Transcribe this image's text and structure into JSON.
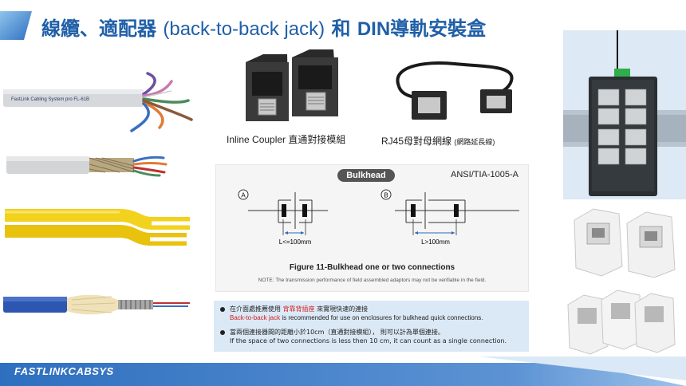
{
  "header": {
    "title_cjk_1": "線纜、適配器",
    "title_latin": "(back-to-back jack)",
    "title_cjk_2": "和",
    "title_latin_bold": "DIN",
    "title_cjk_3": "導軌安裝盒"
  },
  "cables": [
    {
      "name": "utp-cable",
      "print_text": "FastLink Cabling System pro FL-61B"
    },
    {
      "name": "shielded-cable"
    },
    {
      "name": "duplex-fiber-cable"
    },
    {
      "name": "armored-fiber-cable"
    }
  ],
  "products": {
    "coupler_caption": "Inline Coupler 直通對接模組",
    "extension_caption": "RJ45母對母網線",
    "extension_caption_sub": "(網路延長線)"
  },
  "figure": {
    "pill_label": "Bulkhead",
    "standard": "ANSI/TIA-1005-A",
    "marker_a": "A",
    "marker_b": "B",
    "distance_a": "L<=100mm",
    "distance_b": "L>100mm",
    "caption": "Figure 11-Bulkhead one or two connections",
    "note": "NOTE: The transmission performance of field assembled adaptors may not be verifiable in the field."
  },
  "notes": {
    "line1_cjk_a": "在介面處推薦使用",
    "line1_red": "背靠背插座",
    "line1_cjk_b": "來實現快速的連接",
    "line2_red": "Back-to-back jack",
    "line2_rest": " is recommended for use on enclosures for bulkhead quick connections.",
    "line3_cjk": "當兩個連接器間的距離小於10cm（直通對接模組）， 則可以計為單個連接。",
    "line4": "If the space of two connections is less then 10 cm, it can count as a single connection."
  },
  "footer": {
    "brand": "FASTLINKCABSYS"
  },
  "colors": {
    "title": "#1f5fa8",
    "highlight": "#d42020",
    "note_bg": "#dbe9f6",
    "footer": "#2e6fbf"
  }
}
